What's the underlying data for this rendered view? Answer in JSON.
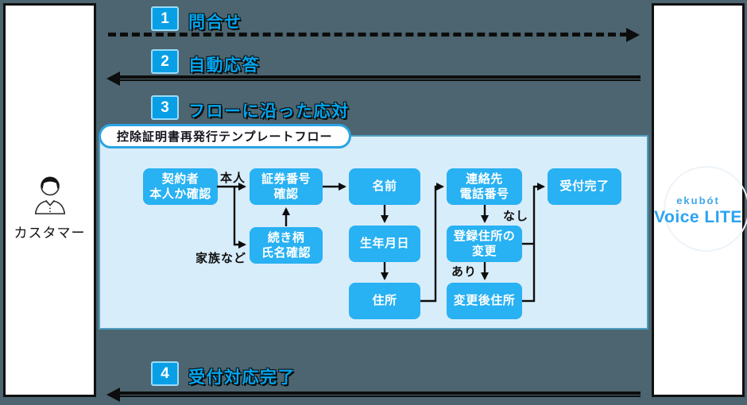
{
  "background_color": "#4c6570",
  "accent_blue": "#00a6ef",
  "node_blue": "#28b1f3",
  "actor_left": {
    "label": "カスタマー"
  },
  "brand": {
    "line1": "ekubót",
    "line2": "Voice LITE"
  },
  "steps": [
    {
      "num": "1",
      "title": "問合せ",
      "arrow": "dashed-right"
    },
    {
      "num": "2",
      "title": "自動応答",
      "arrow": "solid-left"
    },
    {
      "num": "3",
      "title": "フローに沿った応対",
      "arrow": "none"
    },
    {
      "num": "4",
      "title": "受付対応完了",
      "arrow": "solid-left"
    }
  ],
  "flow_panel": {
    "ribbon_title": "控除証明書再発行テンプレートフロー",
    "nodes": [
      {
        "label": "契約者\n本人か確認"
      },
      {
        "label": "証券番号\n確認"
      },
      {
        "label": "続き柄\n氏名確認"
      },
      {
        "label": "名前"
      },
      {
        "label": "生年月日"
      },
      {
        "label": "住所"
      },
      {
        "label": "連絡先\n電話番号"
      },
      {
        "label": "登録住所の\n変更"
      },
      {
        "label": "変更後住所"
      },
      {
        "label": "受付完了"
      }
    ],
    "edge_labels": [
      {
        "label": "本人"
      },
      {
        "label": "家族など"
      },
      {
        "label": "なし"
      },
      {
        "label": "あり"
      }
    ]
  }
}
